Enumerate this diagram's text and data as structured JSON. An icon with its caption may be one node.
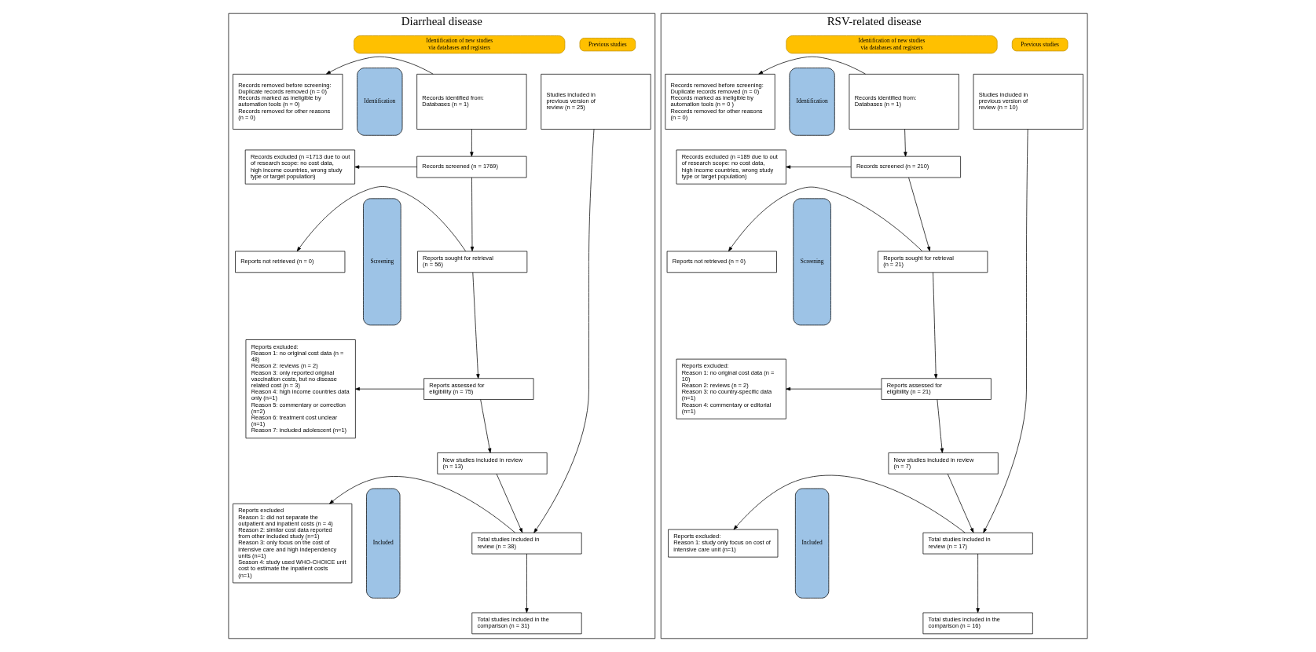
{
  "diagram": {
    "nodes": [
      {
        "text": [
          "Diarrheal disease"
        ]
      },
      {
        "text": [
          "Previous studies"
        ],
        "in": 0
      },
      {
        "text": [
          "Identification of new studies via databases and registers"
        ],
        "in": 0
      },
      {
        "text": [
          "Identification"
        ],
        "in": 0
      },
      {
        "text": [
          "Screening"
        ],
        "in": 0
      },
      {
        "text": [
          "Included"
        ],
        "in": 0
      },
      {
        "text": [
          "Studies included in previous version of review (n = 25)"
        ],
        "in": 0
      },
      {
        "text": [
          "Records identified from:",
          "Databases (n = 1)"
        ],
        "in": 0
      },
      {
        "text": [
          "Records removed before screening:",
          "Duplicate records removed (n = 0)",
          "Records marked as ineligible by automation tools (n = 0)",
          "Records removed for other reasons (n = 0)"
        ],
        "in": 0
      },
      {
        "text": [
          "Records screened (n = 1769)"
        ],
        "in": 0
      },
      {
        "text": [
          "Records excluded (n =1713 due to out of research scope: no cost data, high income countries, wrong study type or target population)"
        ],
        "in": 0
      },
      {
        "text": [
          "Reports sought for retrieval (n = 56)"
        ],
        "in": 0
      },
      {
        "text": [
          "Reports not retrieved (n = 0)"
        ],
        "in": 0
      },
      {
        "text": [
          "Reports assessed for eligibility (n = 75)"
        ],
        "in": 0
      },
      {
        "text": [
          "Reports excluded:",
          "Reason 1: no original cost data (n = 48)",
          "Reason 2: reviews (n = 2)",
          "Reason 3: only reported original vaccination costs, but no disease related cost (n = 3)",
          "Reason 4: high income countries data only (n=1)",
          "Reason 5: commentary or correction (n=2)",
          "Reason 6: treatment cost unclear (n=1)",
          "Reason 7: included adolescent (n=1)"
        ],
        "in": 0
      },
      {
        "text": [
          "New studies included in review (n = 13)"
        ],
        "in": 0
      },
      {
        "text": [
          "Total studies included in review (n = 38)"
        ],
        "in": 0
      },
      {
        "text": [
          "Reports excluded",
          "Reason 1: did not separate the outpatient and inpatient costs (n = 4)",
          "Reason 2: similar cost data reported from other included study (n=1)",
          "Reason 3: only focus on the cost of intensive care and high independency units (n=1)",
          "Season 4: study used WHO-CHOICE unit cost to estimate the inpatient costs (n=1)"
        ],
        "in": 0
      },
      {
        "text": [
          "Total studies included in the comparison (n = 31)"
        ],
        "in": 0
      },
      {
        "text": [
          "RSV-related disease"
        ]
      },
      {
        "text": [
          "Previous studies"
        ],
        "in": 19
      },
      {
        "text": [
          "Identification of new studies via databases and registers"
        ],
        "in": 19
      },
      {
        "text": [
          "Identification"
        ],
        "in": 19
      },
      {
        "text": [
          "Screening"
        ],
        "in": 19
      },
      {
        "text": [
          "Included"
        ],
        "in": 19
      },
      {
        "text": [
          "Studies included in previous version of review (n = 10)"
        ],
        "in": 19
      },
      {
        "text": [
          "Records identified from:",
          "Databases (n = 1)"
        ],
        "in": 19
      },
      {
        "text": [
          "Records removed before screening:",
          "Duplicate records removed (n = 0)",
          "Records marked as ineligible by automation tools (n = 0 )",
          "Records removed for other reasons (n = 0)"
        ],
        "in": 19
      },
      {
        "text": [
          "Records screened (n = 210)"
        ],
        "in": 19
      },
      {
        "text": [
          "Records excluded (n =189 due to out of research scope: no cost data, high income countries, wrong study type or target population)"
        ],
        "in": 19
      },
      {
        "text": [
          "Reports sought for retrieval (n = 21)"
        ],
        "in": 19
      },
      {
        "text": [
          "Reports not retrieved (n = 0)"
        ],
        "in": 19
      },
      {
        "text": [
          "Reports assessed for eligibility (n = 21)"
        ],
        "in": 19
      },
      {
        "text": [
          "Reports excluded:",
          "Reason 1: no original cost data (n = 10)",
          "Reason 2: reviews (n = 2)",
          "Reason 3: no country-specific data (n=1)",
          "Reason 4: commentary or editorial (n=1)"
        ],
        "in": 19
      },
      {
        "text": [
          "New studies included in review (n = 7)"
        ],
        "in": 19
      },
      {
        "text": [
          "Total studies included in review (n = 17)"
        ],
        "in": 19
      },
      {
        "text": [
          "Reports excluded:",
          "Reason 1: study only focus on cost of intensive care unit (n=1)"
        ],
        "in": 19
      },
      {
        "text": [
          "Total studies included in the comparison (n = 16)"
        ],
        "in": 19
      }
    ],
    "edges": [
      {
        "from": 6,
        "to": 16,
        "arrow": "to"
      },
      {
        "from": 7,
        "to": 8,
        "arrow": "to"
      },
      {
        "from": 7,
        "to": 9,
        "arrow": "to"
      },
      {
        "from": 9,
        "to": 10,
        "arrow": "to"
      },
      {
        "from": 9,
        "to": 11,
        "arrow": "to"
      },
      {
        "from": 11,
        "to": 12,
        "arrow": "to"
      },
      {
        "from": 11,
        "to": 13,
        "arrow": "to"
      },
      {
        "from": 13,
        "to": 14,
        "arrow": "to"
      },
      {
        "from": 13,
        "to": 15,
        "arrow": "to"
      },
      {
        "from": 15,
        "to": 16,
        "arrow": "to"
      },
      {
        "from": 16,
        "to": 17,
        "arrow": "to"
      },
      {
        "from": 16,
        "to": 18,
        "arrow": "to"
      },
      {
        "from": 25,
        "to": 35,
        "arrow": "to"
      },
      {
        "from": 26,
        "to": 27,
        "arrow": "to"
      },
      {
        "from": 26,
        "to": 28,
        "arrow": "to"
      },
      {
        "from": 28,
        "to": 29,
        "arrow": "to"
      },
      {
        "from": 28,
        "to": 30,
        "arrow": "to"
      },
      {
        "from": 30,
        "to": 31,
        "arrow": "to"
      },
      {
        "from": 30,
        "to": 32,
        "arrow": "to"
      },
      {
        "from": 32,
        "to": 33,
        "arrow": "to"
      },
      {
        "from": 32,
        "to": 34,
        "arrow": "to"
      },
      {
        "from": 34,
        "to": 35,
        "arrow": "to"
      },
      {
        "from": 35,
        "to": 36,
        "arrow": "to"
      },
      {
        "from": 35,
        "to": 37,
        "arrow": "to"
      }
    ]
  }
}
